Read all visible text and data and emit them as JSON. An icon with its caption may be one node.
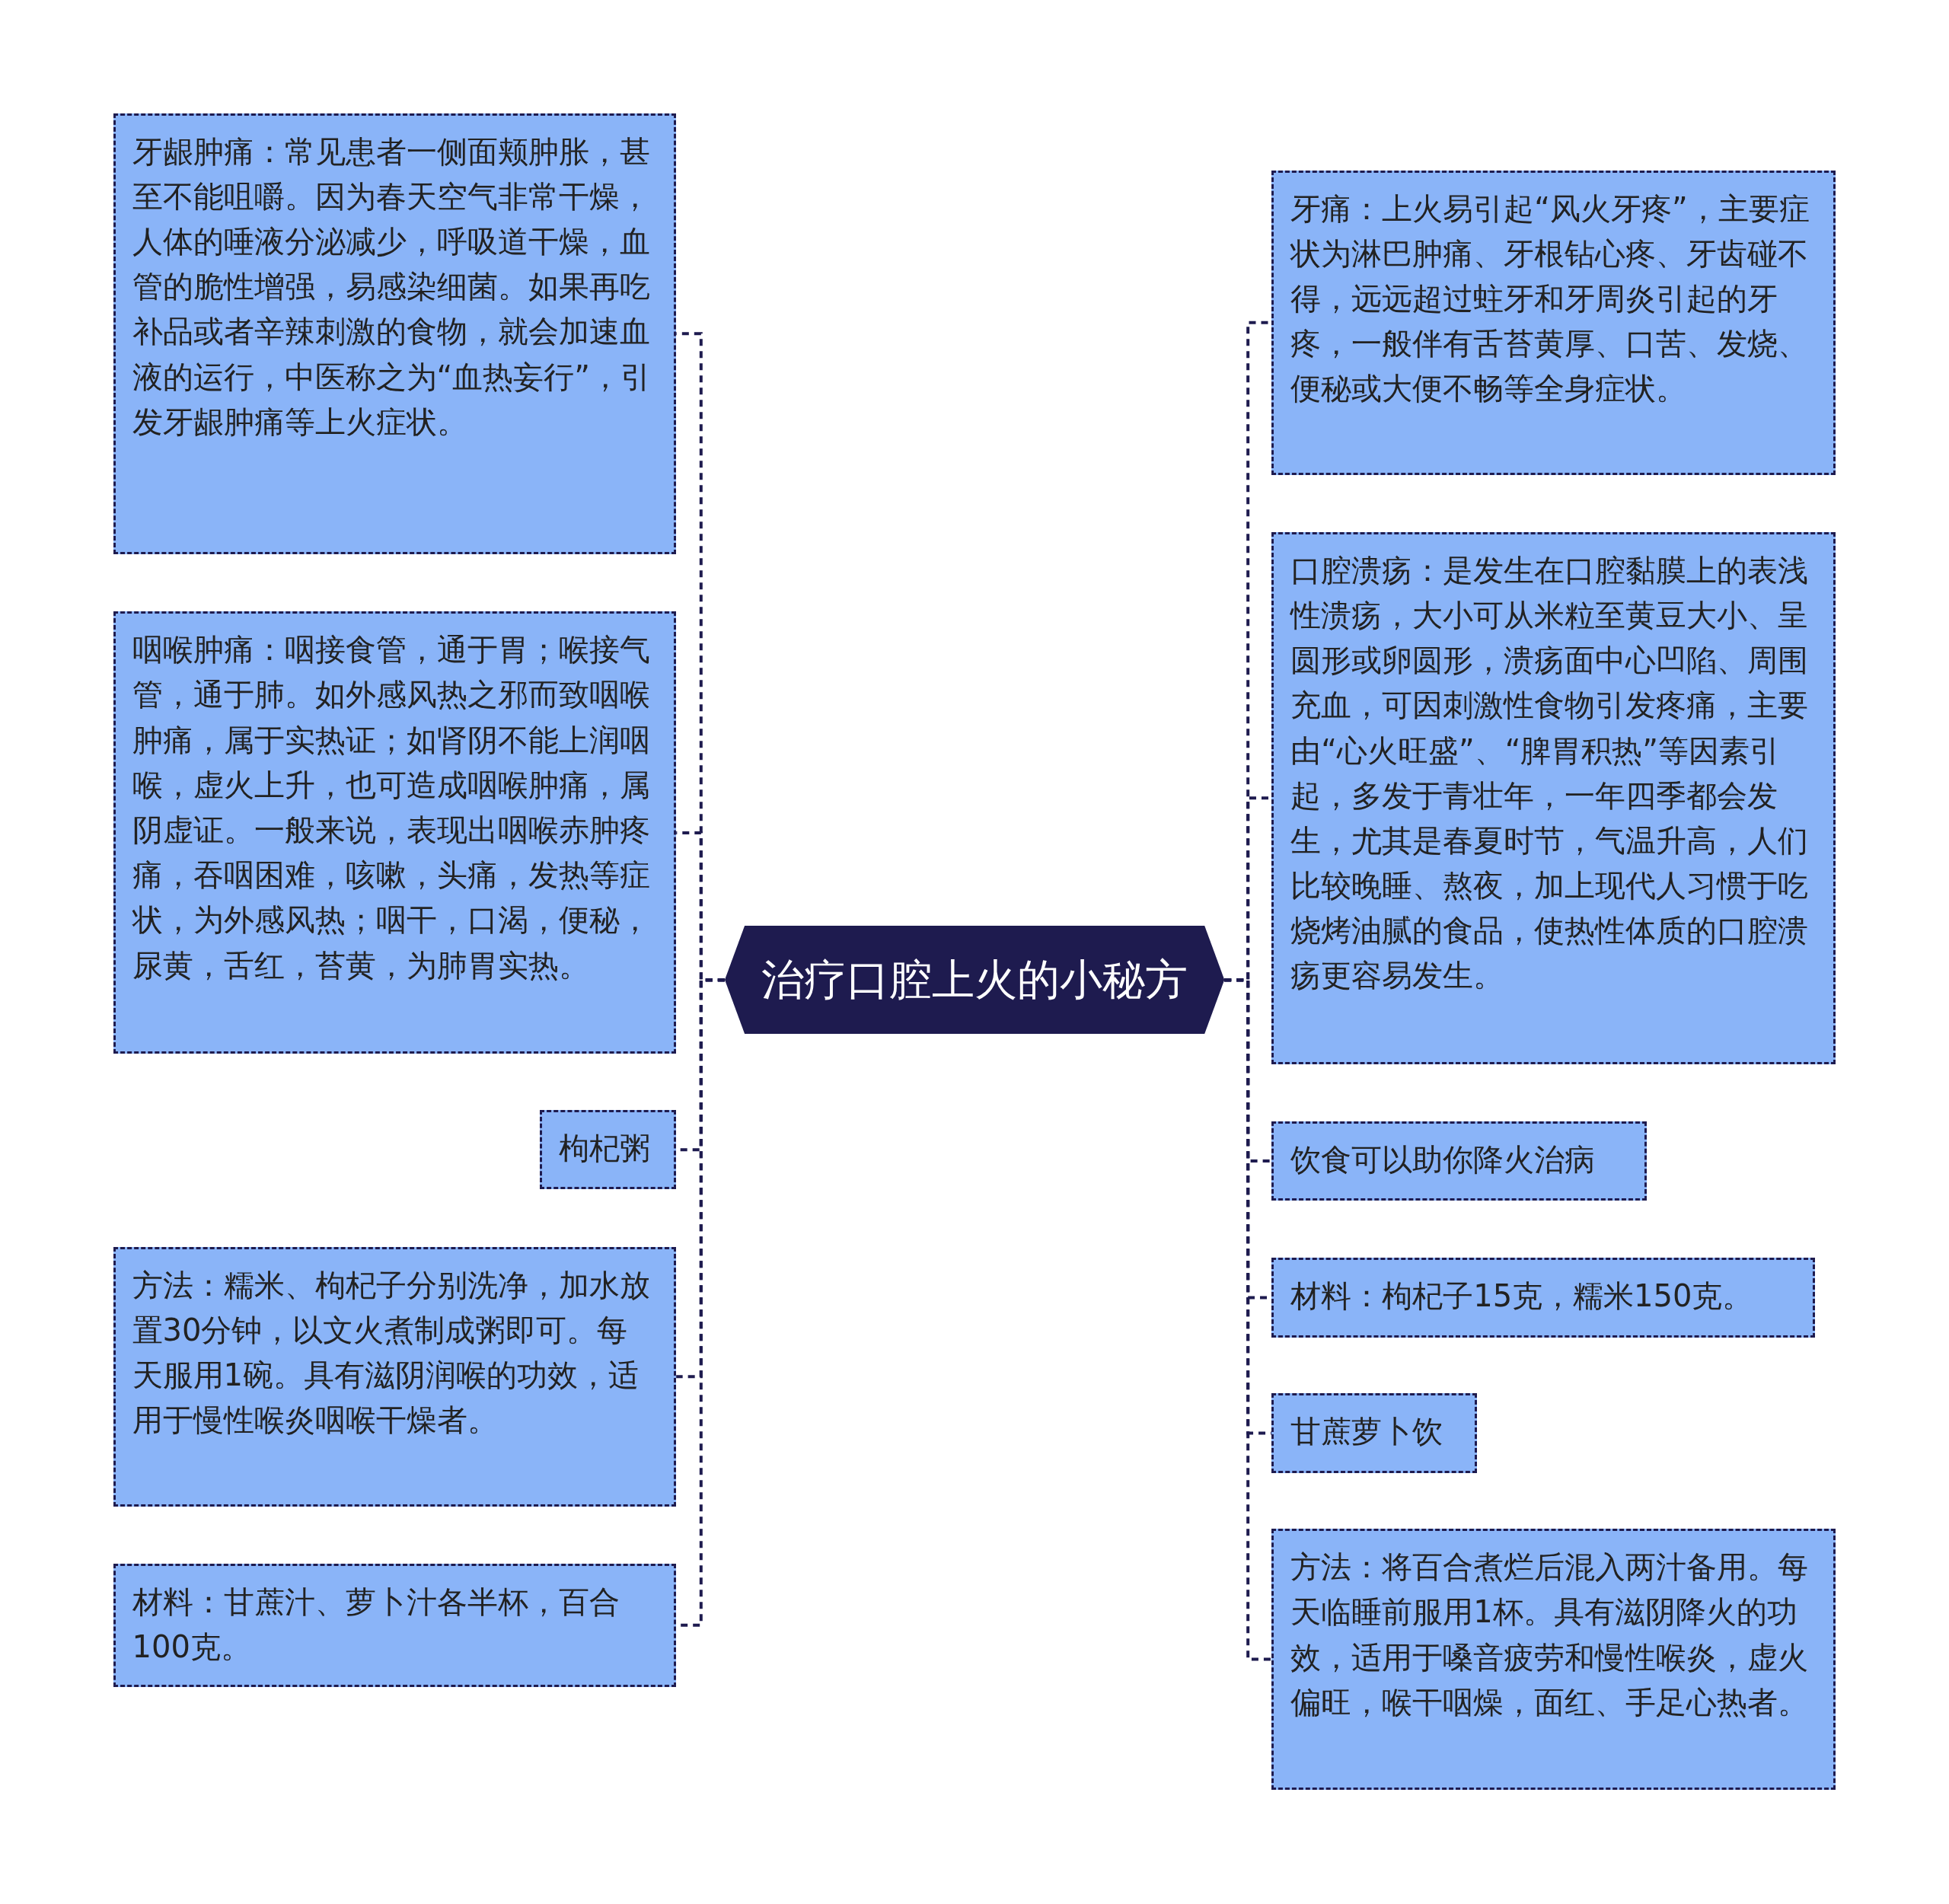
{
  "diagram": {
    "nodes": [
      {
        "text": [
          "治疗口腔上火的小秘方"
        ]
      },
      {
        "text": [
          "牙龈肿痛：常见患者一侧面颊肿胀，甚至不能咀嚼。因为春天空气非常干燥，人体的唾液分泌减少，呼吸道干燥，血管的脆性增强，易感染细菌。如果再吃补品或者辛辣刺激的食物，就会加速血液的运行，中医称之为“血热妄行”，引发牙龈肿痛等上火症状。"
        ]
      },
      {
        "text": [
          "咽喉肿痛：咽接食管，通于胃；喉接气管，通于肺。如外感风热之邪而致咽喉肿痛，属于实热证；如肾阴不能上润咽喉，虚火上升，也可造成咽喉肿痛，属阴虚证。一般来说，表现出咽喉赤肿疼痛，吞咽困难，咳嗽，头痛，发热等症状，为外感风热；咽干，口渴，便秘，尿黄，舌红，苔黄，为肺胃实热。"
        ]
      },
      {
        "text": [
          "枸杞粥"
        ]
      },
      {
        "text": [
          "方法：糯米、枸杞子分别洗净，加水放置30分钟，以文火煮制成粥即可。每天服用1碗。具有滋阴润喉的功效，适用于慢性喉炎咽喉干燥者。"
        ]
      },
      {
        "text": [
          "材料：甘蔗汁、萝卜汁各半杯，百合100克。"
        ]
      },
      {
        "text": [
          "牙痛：上火易引起“风火牙疼”，主要症状为淋巴肿痛、牙根钻心疼、牙齿碰不得，远远超过蛀牙和牙周炎引起的牙疼，一般伴有舌苔黄厚、口苦、发烧、便秘或大便不畅等全身症状。"
        ]
      },
      {
        "text": [
          "口腔溃疡：是发生在口腔黏膜上的表浅性溃疡，大小可从米粒至黄豆大小、呈圆形或卵圆形，溃疡面中心凹陷、周围充血，可因刺激性食物引发疼痛，主要由“心火旺盛”、“脾胃积热”等因素引起，多发于青壮年，一年四季都会发生，尤其是春夏时节，气温升高，人们比较晚睡、熬夜，加上现代人习惯于吃烧烤油腻的食品，使热性体质的口腔溃疡更容易发生。"
        ]
      },
      {
        "text": [
          "饮食可以助你降火治病"
        ]
      },
      {
        "text": [
          "材料：枸杞子15克，糯米150克。"
        ]
      },
      {
        "text": [
          "甘蔗萝卜饮"
        ]
      },
      {
        "text": [
          "方法：将百合煮烂后混入两汁备用。每天临睡前服用1杯。具有滋阴降火的功效，适用于嗓音疲劳和慢性喉炎，虚火偏旺，喉干咽燥，面红、手足心热者。"
        ]
      }
    ],
    "edges": [
      {
        "from": 0,
        "to": 1,
        "arrow": "none",
        "style": "dashed"
      },
      {
        "from": 0,
        "to": 2,
        "arrow": "none",
        "style": "dashed"
      },
      {
        "from": 0,
        "to": 3,
        "arrow": "none",
        "style": "dashed"
      },
      {
        "from": 0,
        "to": 4,
        "arrow": "none",
        "style": "dashed"
      },
      {
        "from": 0,
        "to": 5,
        "arrow": "none",
        "style": "dashed"
      },
      {
        "from": 0,
        "to": 6,
        "arrow": "none",
        "style": "dashed"
      },
      {
        "from": 0,
        "to": 7,
        "arrow": "none",
        "style": "dashed"
      },
      {
        "from": 0,
        "to": 8,
        "arrow": "none",
        "style": "dashed"
      },
      {
        "from": 0,
        "to": 9,
        "arrow": "none",
        "style": "dashed"
      },
      {
        "from": 0,
        "to": 10,
        "arrow": "none",
        "style": "dashed"
      },
      {
        "from": 0,
        "to": 11,
        "arrow": "none",
        "style": "dashed"
      }
    ]
  }
}
